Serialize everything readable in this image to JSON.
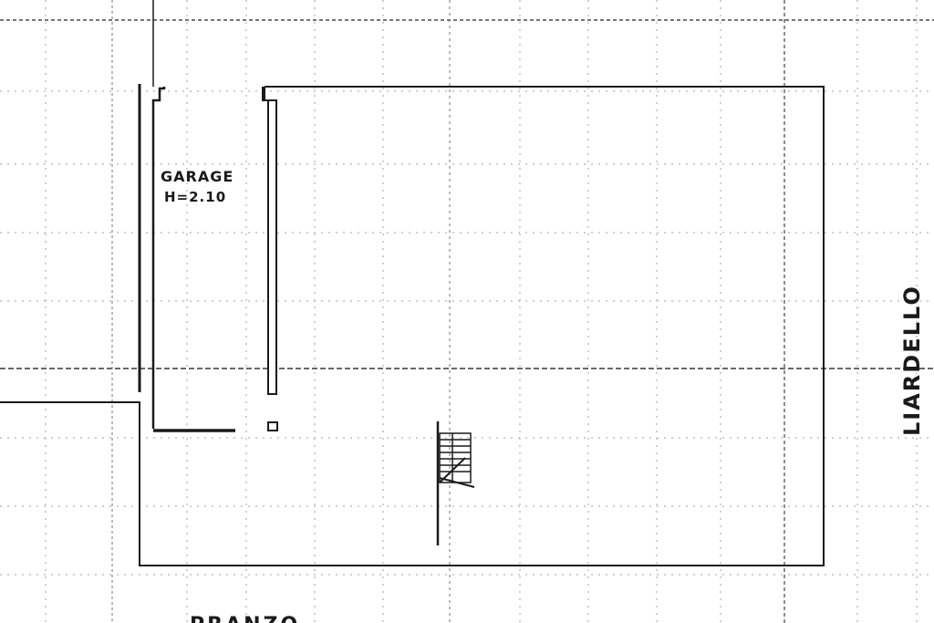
{
  "rooms": {
    "garage": {
      "name": "GARAGE",
      "height_note": "H=2.10"
    }
  },
  "side_label": "LIARDELLO",
  "bottom_label_partial": "PRANZO"
}
